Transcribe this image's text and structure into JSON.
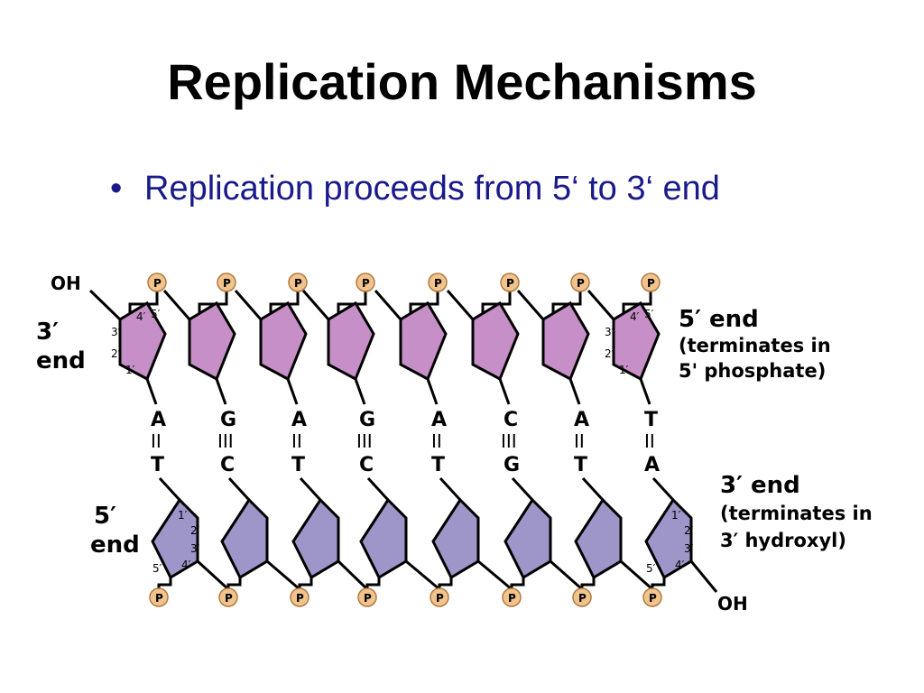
{
  "slide": {
    "title": "Replication Mechanisms",
    "bullet_symbol": "•",
    "bullet_text": "Replication proceeds from 5‘ to 3‘ end"
  },
  "diagram": {
    "top_strand": {
      "left_end": [
        "3′",
        "end"
      ],
      "left_oh": "OH",
      "right_end": [
        "5′ end",
        "(terminates in",
        "5' phosphate)"
      ],
      "sugar_color": "#c78fc7",
      "bases": [
        "A",
        "G",
        "A",
        "G",
        "A",
        "C",
        "A",
        "T"
      ]
    },
    "bottom_strand": {
      "left_end": [
        "5′",
        "end"
      ],
      "right_end": [
        "3′ end",
        "(terminates in",
        "3′ hydroxyl)"
      ],
      "right_oh": "OH",
      "sugar_color": "#9e95c9",
      "bases": [
        "T",
        "C",
        "T",
        "C",
        "T",
        "G",
        "T",
        "A"
      ]
    },
    "bonds": [
      "II",
      "III",
      "II",
      "III",
      "II",
      "III",
      "II",
      "II"
    ],
    "phosphate_label": "P",
    "phosphate_color": "#f2c48d",
    "carbon_numbers": {
      "c1": "1′",
      "c2": "2′",
      "c3": "3′",
      "c4": "4′",
      "c5": "5′"
    }
  }
}
